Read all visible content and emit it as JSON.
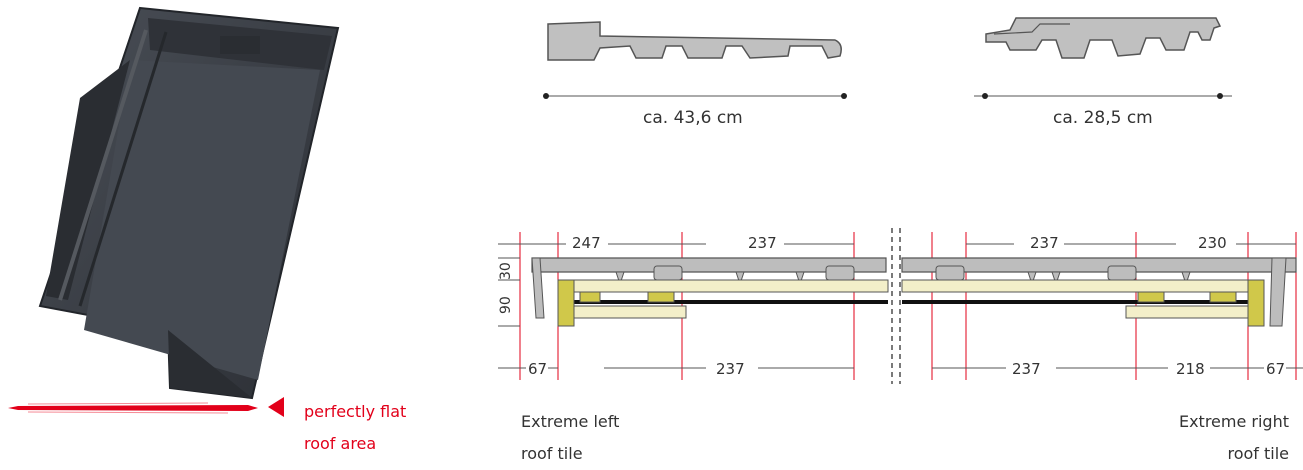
{
  "tile_profiles": {
    "width_label": "ca. 43,6 cm",
    "height_label": "ca. 28,5 cm"
  },
  "flat_area": {
    "line1": "perfectly flat",
    "line2": "roof area"
  },
  "cross_section": {
    "top_dims": [
      "247",
      "237",
      "237",
      "230"
    ],
    "bottom_dims": [
      "67",
      "237",
      "237",
      "218",
      "67"
    ],
    "vertical_dims": [
      "30",
      "90"
    ]
  },
  "captions": {
    "left_line1": "Extreme left",
    "left_line2": "roof tile",
    "right_line1": "Extreme right",
    "right_line2": "roof tile"
  },
  "colors": {
    "tile_gray": "#bdbdbd",
    "tile_dark": "#3a3e44",
    "accent_red": "#e2001a",
    "timber_yellow": "#d0c84a",
    "batten_cream": "#f3efc9"
  }
}
